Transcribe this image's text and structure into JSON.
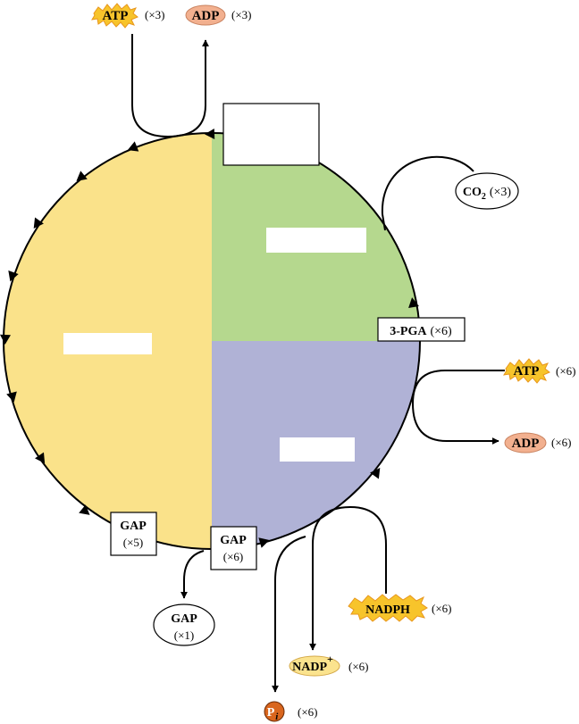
{
  "molecules": {
    "atp_top": {
      "label": "ATP",
      "count": "(×3)"
    },
    "adp_top": {
      "label": "ADP",
      "count": "(×3)"
    },
    "co2": {
      "label": "CO",
      "subscript": "2",
      "count": "(×3)"
    },
    "pga": {
      "label": "3-PGA",
      "count": "(×6)"
    },
    "atp_right": {
      "label": "ATP",
      "count": "(×6)"
    },
    "adp_right": {
      "label": "ADP",
      "count": "(×6)"
    },
    "nadph": {
      "label": "NADPH",
      "count": "(×6)"
    },
    "nadp": {
      "label": "NADP",
      "superscript": "+",
      "count": "(×6)"
    },
    "pi": {
      "label": "P",
      "subscript": "i",
      "count": "(×6)"
    },
    "gap6": {
      "label": "GAP",
      "count": "(×6)"
    },
    "gap5": {
      "label": "GAP",
      "count": "(×5)"
    },
    "gap1": {
      "label": "GAP",
      "count": "(×1)"
    }
  },
  "colors": {
    "regeneration": "#fae28a",
    "fixation": "#b5d88e",
    "reduction": "#b0b2d6",
    "atp_burst": "#f7c42b",
    "atp_burst_edge": "#e8961c",
    "adp_fill": "#f2b08f",
    "nadph_burst": "#f7c42b",
    "nadp_fill": "#fbe38e",
    "pi_fill": "#d9661e"
  }
}
